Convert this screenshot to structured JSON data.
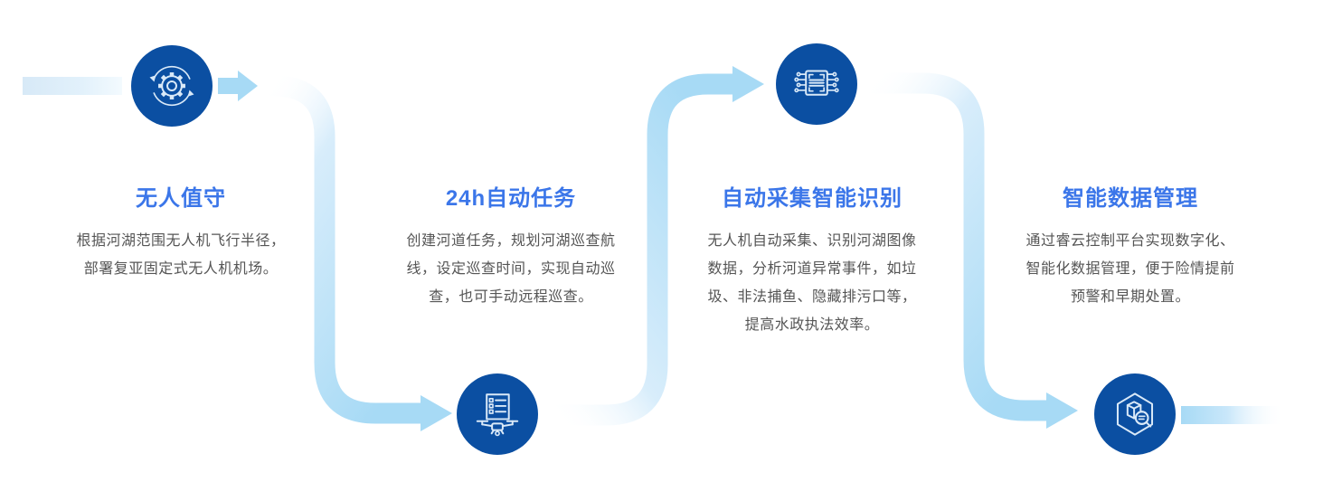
{
  "diagram_title": "drone-river-patrol-process-flow",
  "colors": {
    "circle_blue": "#0b4fa2",
    "icon_stroke": "#d9e9f8",
    "arrow_blue": "#a7daf5",
    "title_blue": "#3b76e9",
    "body_text": "#555555",
    "page_bg": "#ffffff"
  },
  "steps": [
    {
      "title": "无人值守",
      "icon": "gear-sync-icon",
      "body_lines": [
        "根据河湖范围无人机飞行半径，",
        "部署复亚固定式无人机机场。"
      ]
    },
    {
      "title": "24h自动任务",
      "icon": "checklist-drone-icon",
      "body_lines": [
        "创建河道任务，规划河湖巡查航",
        "线，设定巡查时间，实现自动巡",
        "查，也可手动远程巡查。"
      ]
    },
    {
      "title": "自动采集智能识别",
      "icon": "ai-chip-icon",
      "body_lines": [
        "无人机自动采集、识别河湖图像",
        "数据，分析河道异常事件，如垃",
        "圾、非法捕鱼、隐藏排污口等，",
        "提高水政执法效率。"
      ]
    },
    {
      "title": "智能数据管理",
      "icon": "hexagon-data-search-icon",
      "body_lines": [
        "通过睿云控制平台实现数字化、",
        "智能化数据管理，便于险情提前",
        "预警和早期处置。"
      ]
    }
  ]
}
